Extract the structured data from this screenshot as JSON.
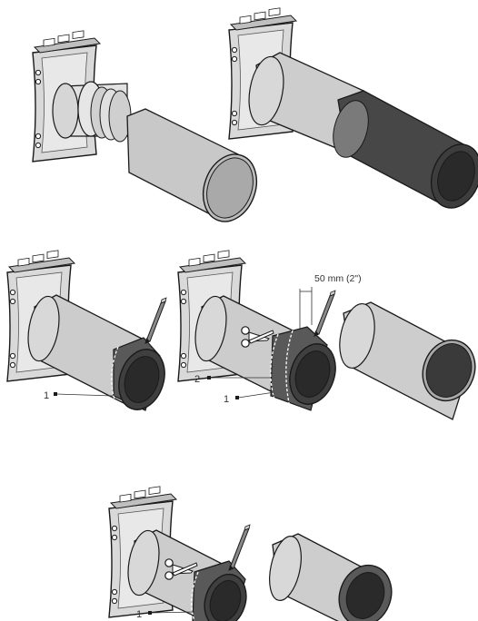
{
  "labels": {
    "marker_1": "1",
    "marker_2": "2",
    "dimension": "50 mm (2\")"
  },
  "colors": {
    "outline": "#1a1a1a",
    "pipe_light": "#cfcfcf",
    "pipe_mid": "#bdbdbd",
    "sleeve_dark": "#474747",
    "sleeve_inner": "#2c2c2c",
    "plate": "#d9d9d9",
    "background": "#ffffff"
  },
  "icons": [
    "wall-plate-icon",
    "pipe-icon",
    "insulation-sleeve-icon",
    "pencil-icon",
    "scissors-icon",
    "dashed-cut-line-icon"
  ]
}
